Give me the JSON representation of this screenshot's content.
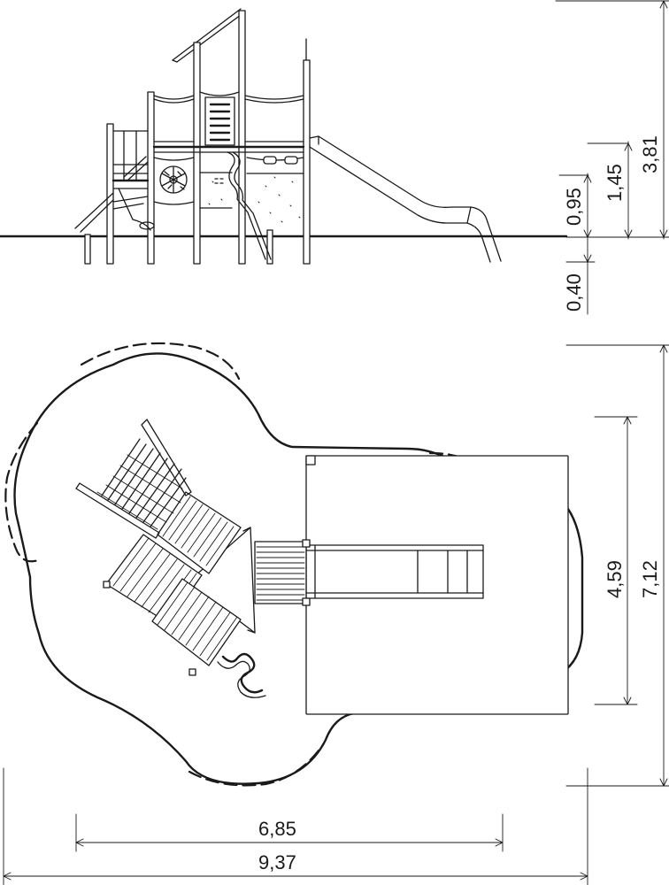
{
  "elevation": {
    "dimensions": {
      "height_total": "3,81",
      "height_platform_high": "1,45",
      "height_platform_low": "0,95",
      "depth_foundation": "0,40"
    }
  },
  "plan": {
    "dimensions": {
      "depth_equipment": "4,59",
      "depth_total": "7,12",
      "width_equipment": "6,85",
      "width_total": "9,37"
    }
  }
}
